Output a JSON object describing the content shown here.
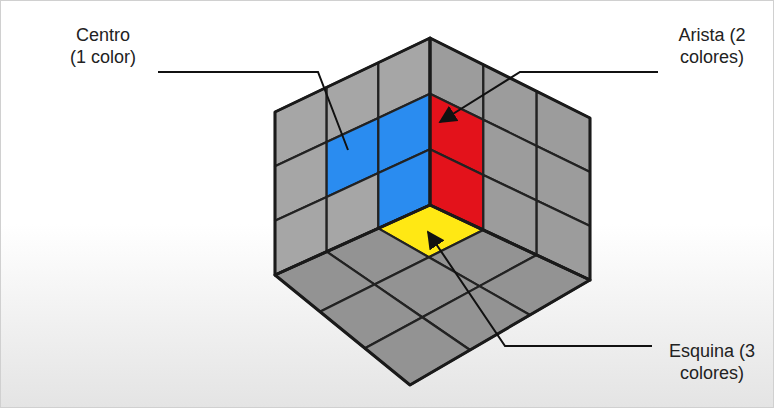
{
  "diagram": {
    "labels": [
      "Centro (1 color)",
      "Arista (2 colores)",
      "Esquina (3 colores)"
    ]
  }
}
